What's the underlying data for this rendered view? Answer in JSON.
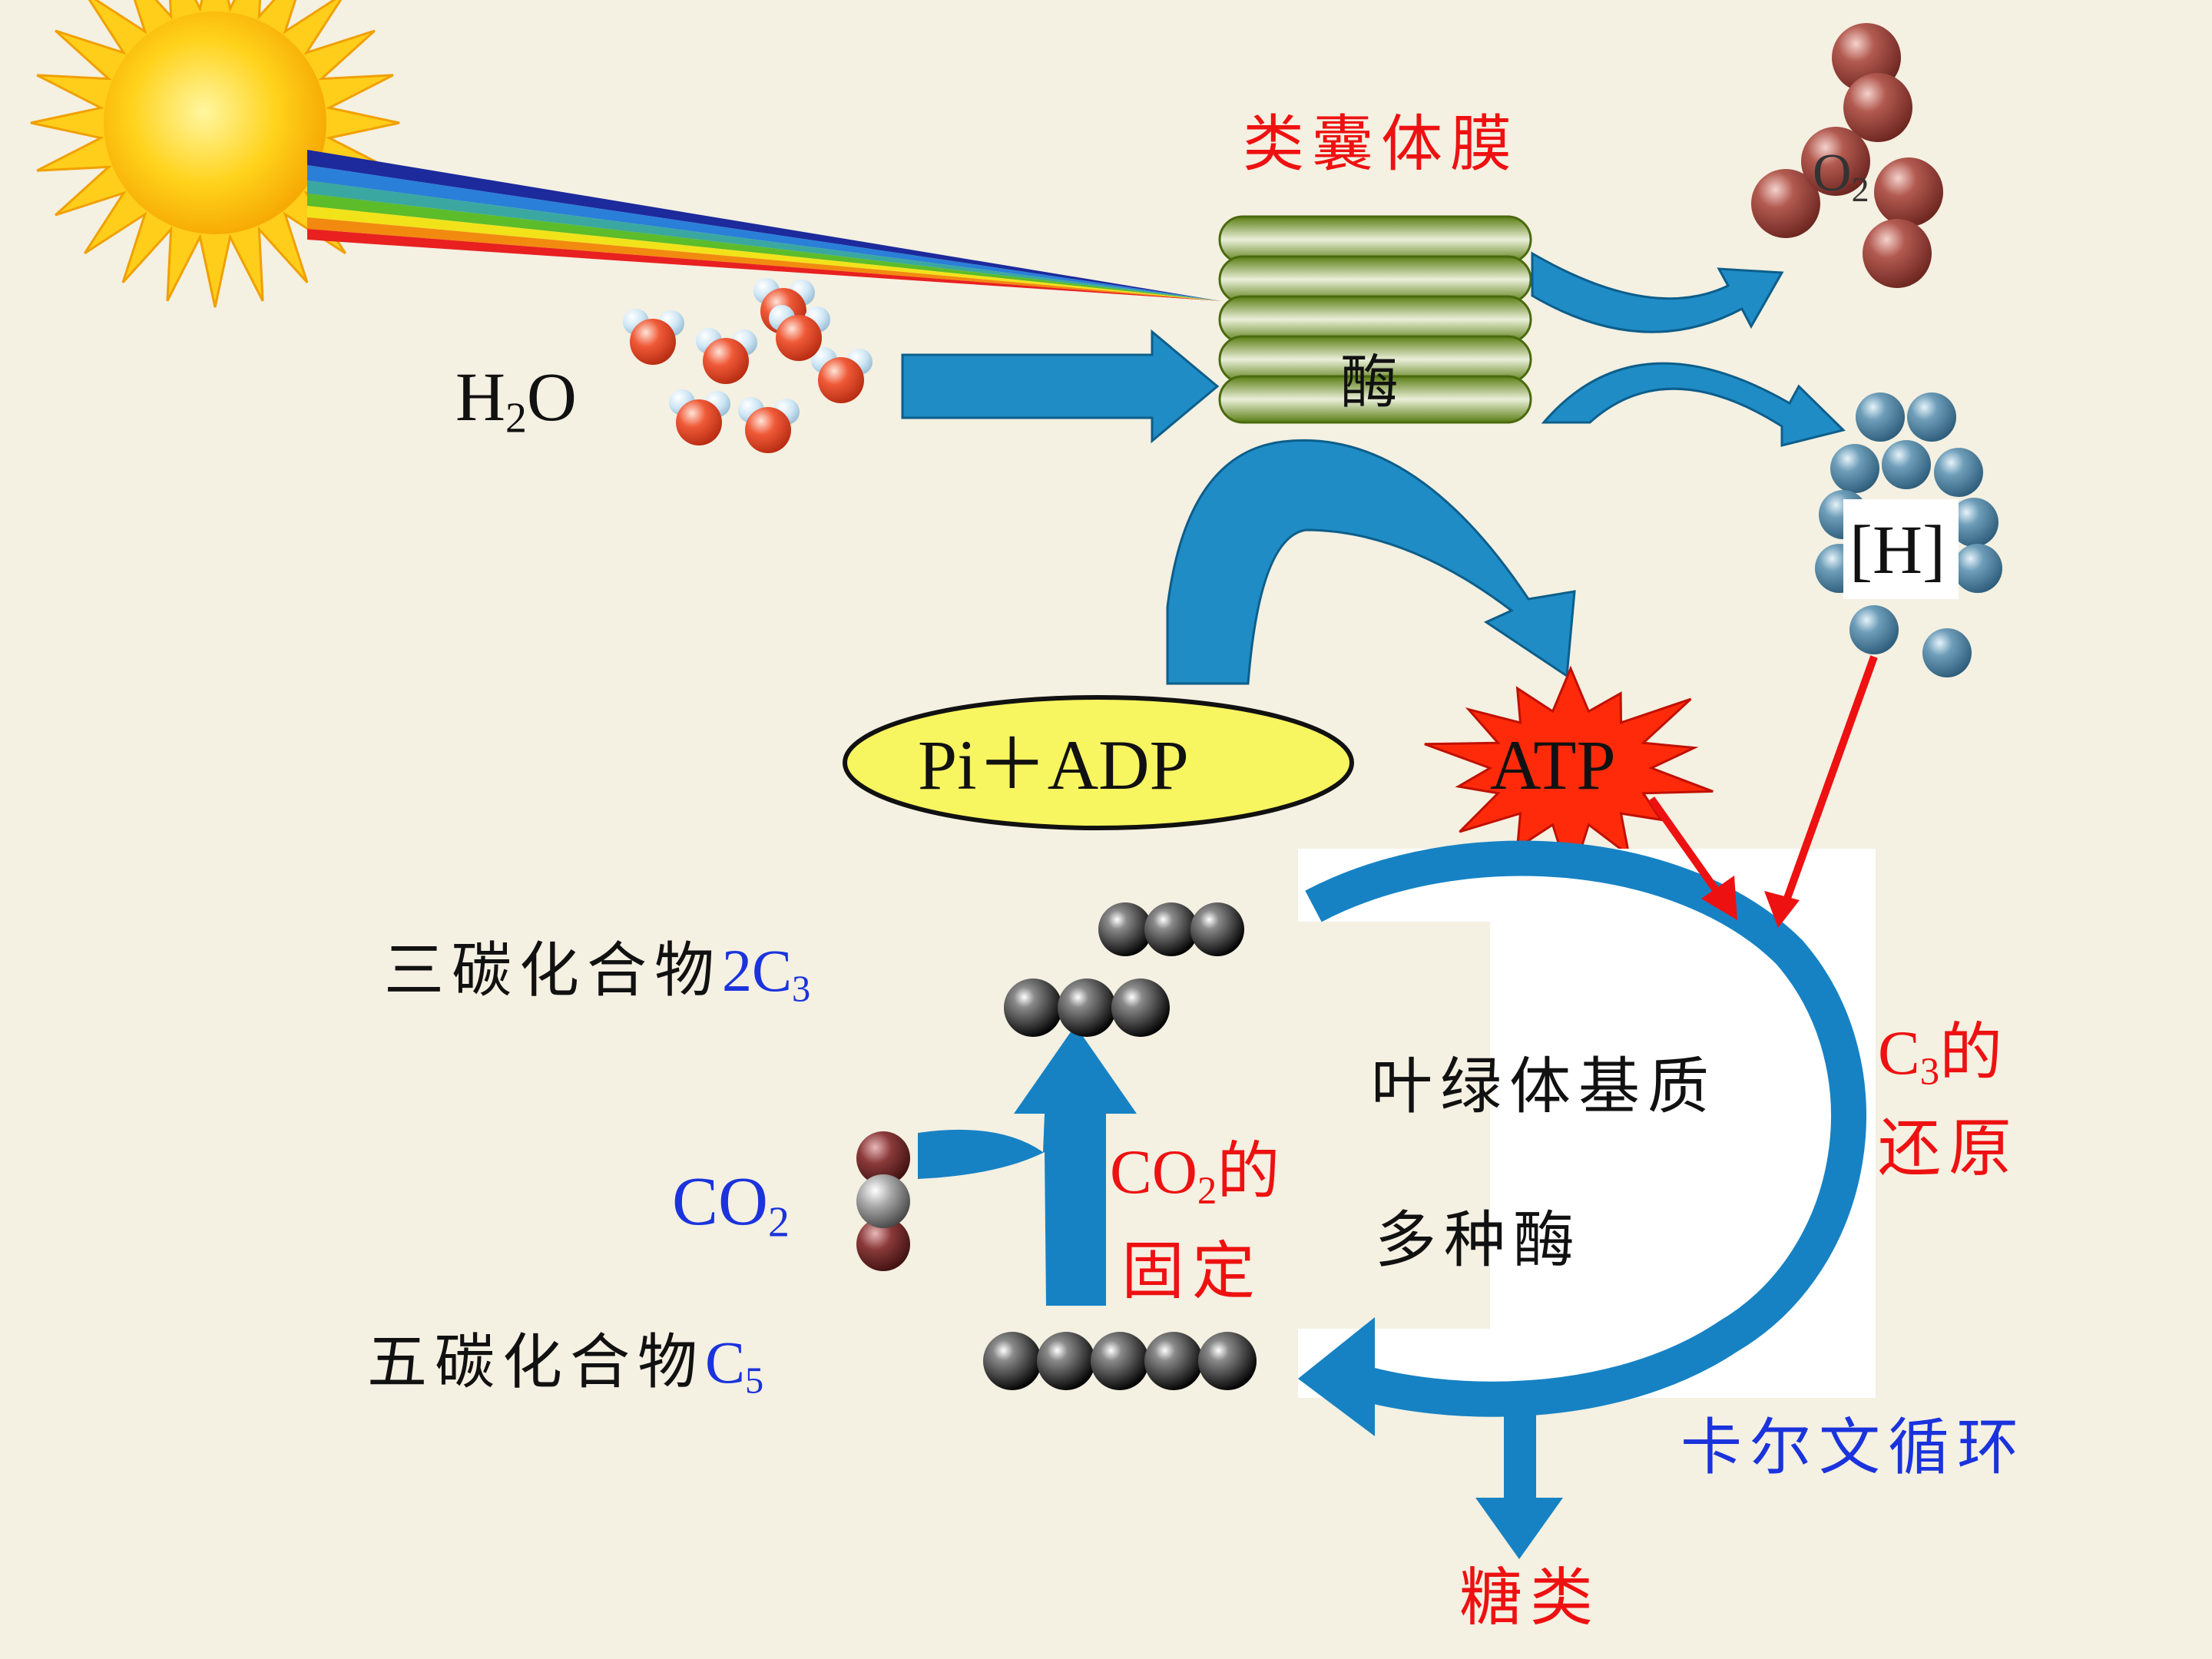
{
  "labels": {
    "thylakoid": "类囊体膜",
    "enzyme_top": "酶",
    "water_main": "H",
    "water_sub": "2",
    "water_tail": "O",
    "oxygen_main": "O",
    "oxygen_sub": "2",
    "hydrogen": "[H]",
    "pi_adp": "Pi＋ADP",
    "atp": "ATP",
    "c3_text": "三碳化合物",
    "c3_formula_main": "2C",
    "c3_formula_sub": "3",
    "c5_text": "五碳化合物",
    "c5_formula_main": "C",
    "c5_formula_sub": "5",
    "co2_main": "CO",
    "co2_sub": "2",
    "fixation_line1_main": "CO",
    "fixation_line1_sub": "2",
    "fixation_line1_tail": "的",
    "fixation_line2": "固定",
    "stroma": "叶绿体基质",
    "enzymes": "多种酶",
    "reduction_line1_main": "C",
    "reduction_line1_sub": "3",
    "reduction_line1_tail": "的",
    "reduction_line2": "还原",
    "calvin": "卡尔文循环",
    "sugar": "糖类"
  },
  "colors": {
    "background": "#f4f0e2",
    "arrow_blue": "#1f8cc6",
    "cycle_blue": "#1682c4",
    "red_text": "#ee1111",
    "blue_text": "#1a33dd",
    "thylakoid_green": "#5a7d12",
    "ellipse_yellow": "#f7f560",
    "star_red": "#ff2a0a",
    "sun_yellow": "#ffd21a"
  }
}
